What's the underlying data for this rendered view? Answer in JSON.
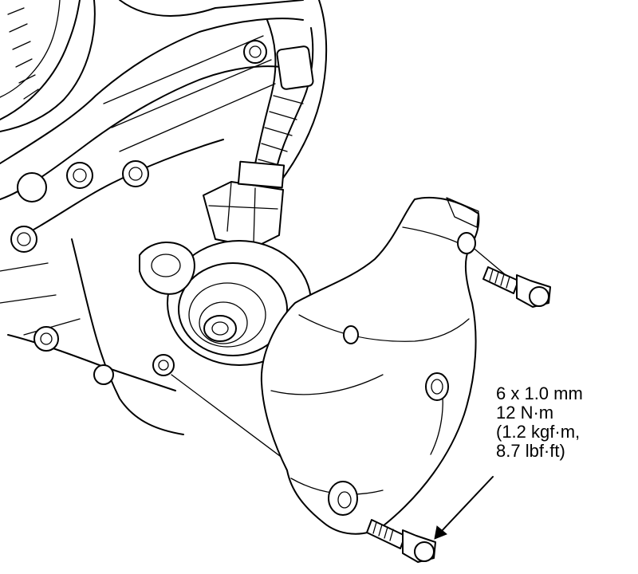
{
  "callout": {
    "lines": [
      "6 x 1.0 mm",
      "12 N·m",
      "(1.2 kgf·m,",
      "8.7 lbf·ft)"
    ]
  }
}
